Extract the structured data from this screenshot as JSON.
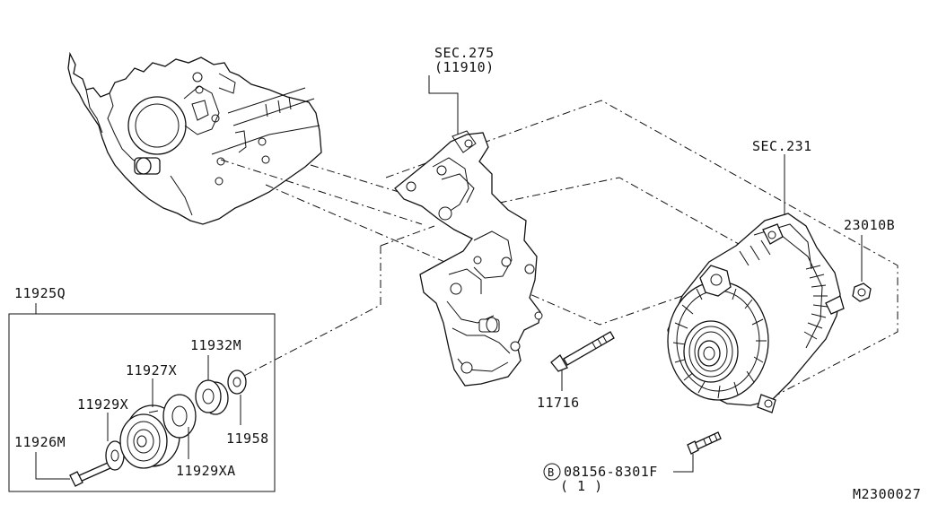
{
  "labels": {
    "sec275": "SEC.275",
    "sec275_ref": "(11910)",
    "sec231": "SEC.231",
    "p23010B": "23010B",
    "p11925Q": "11925Q",
    "p11932M": "11932M",
    "p11927X": "11927X",
    "p11929X": "11929X",
    "p11926M": "11926M",
    "p11958": "11958",
    "p11929XA": "11929XA",
    "p11716": "11716",
    "bolt_mark": "B",
    "p08156": "08156-8301F",
    "p08156_qty": "( 1 )",
    "diagram_code": "M2300027"
  },
  "colors": {
    "line": "#111111",
    "background": "#ffffff"
  }
}
